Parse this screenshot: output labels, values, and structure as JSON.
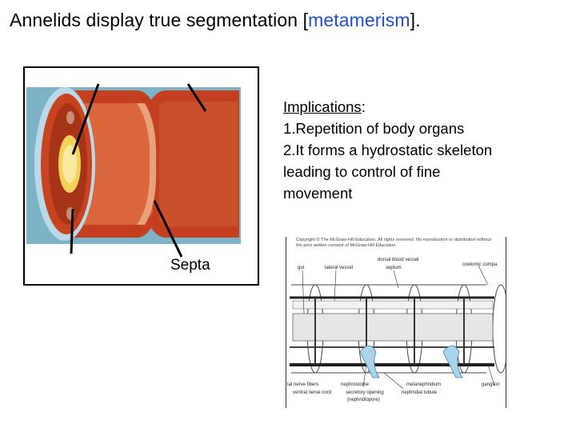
{
  "slide": {
    "title_prefix": "Annelids display true segmentation [",
    "title_keyword": "metamerism",
    "title_suffix": "].",
    "septa_label": "Septa",
    "implications": {
      "heading": "Implications",
      "heading_colon": ":",
      "line1": "1.Repetition of body organs",
      "line2": "2.It forms a hydrostatic skeleton",
      "line3": "leading to control of fine",
      "line4": "movement"
    },
    "diagram": {
      "copyright": "Copyright © The McGraw-Hill Education. All rights reserved. No reproduction or distribution without the prior written consent of McGraw-Hill Education.",
      "labels": {
        "dorsal_vessel": "dorsal blood vessel",
        "coelomic": "coelomic compa",
        "gut": "gut",
        "lateral_vessel": "lateral vessel",
        "septum": "septum",
        "nerve_fibers": "tal nerve fibers",
        "nephrostome": "nephrostome",
        "metanephridium": "metanephridium",
        "ganglion": "ganglion",
        "ventral_nerve_cord": "ventral nerve cord",
        "secretory_opening": "secretory opening",
        "nephridiopore": "(nephridiopore)",
        "nephridial_tubule": "nephridial tubule"
      }
    }
  }
}
